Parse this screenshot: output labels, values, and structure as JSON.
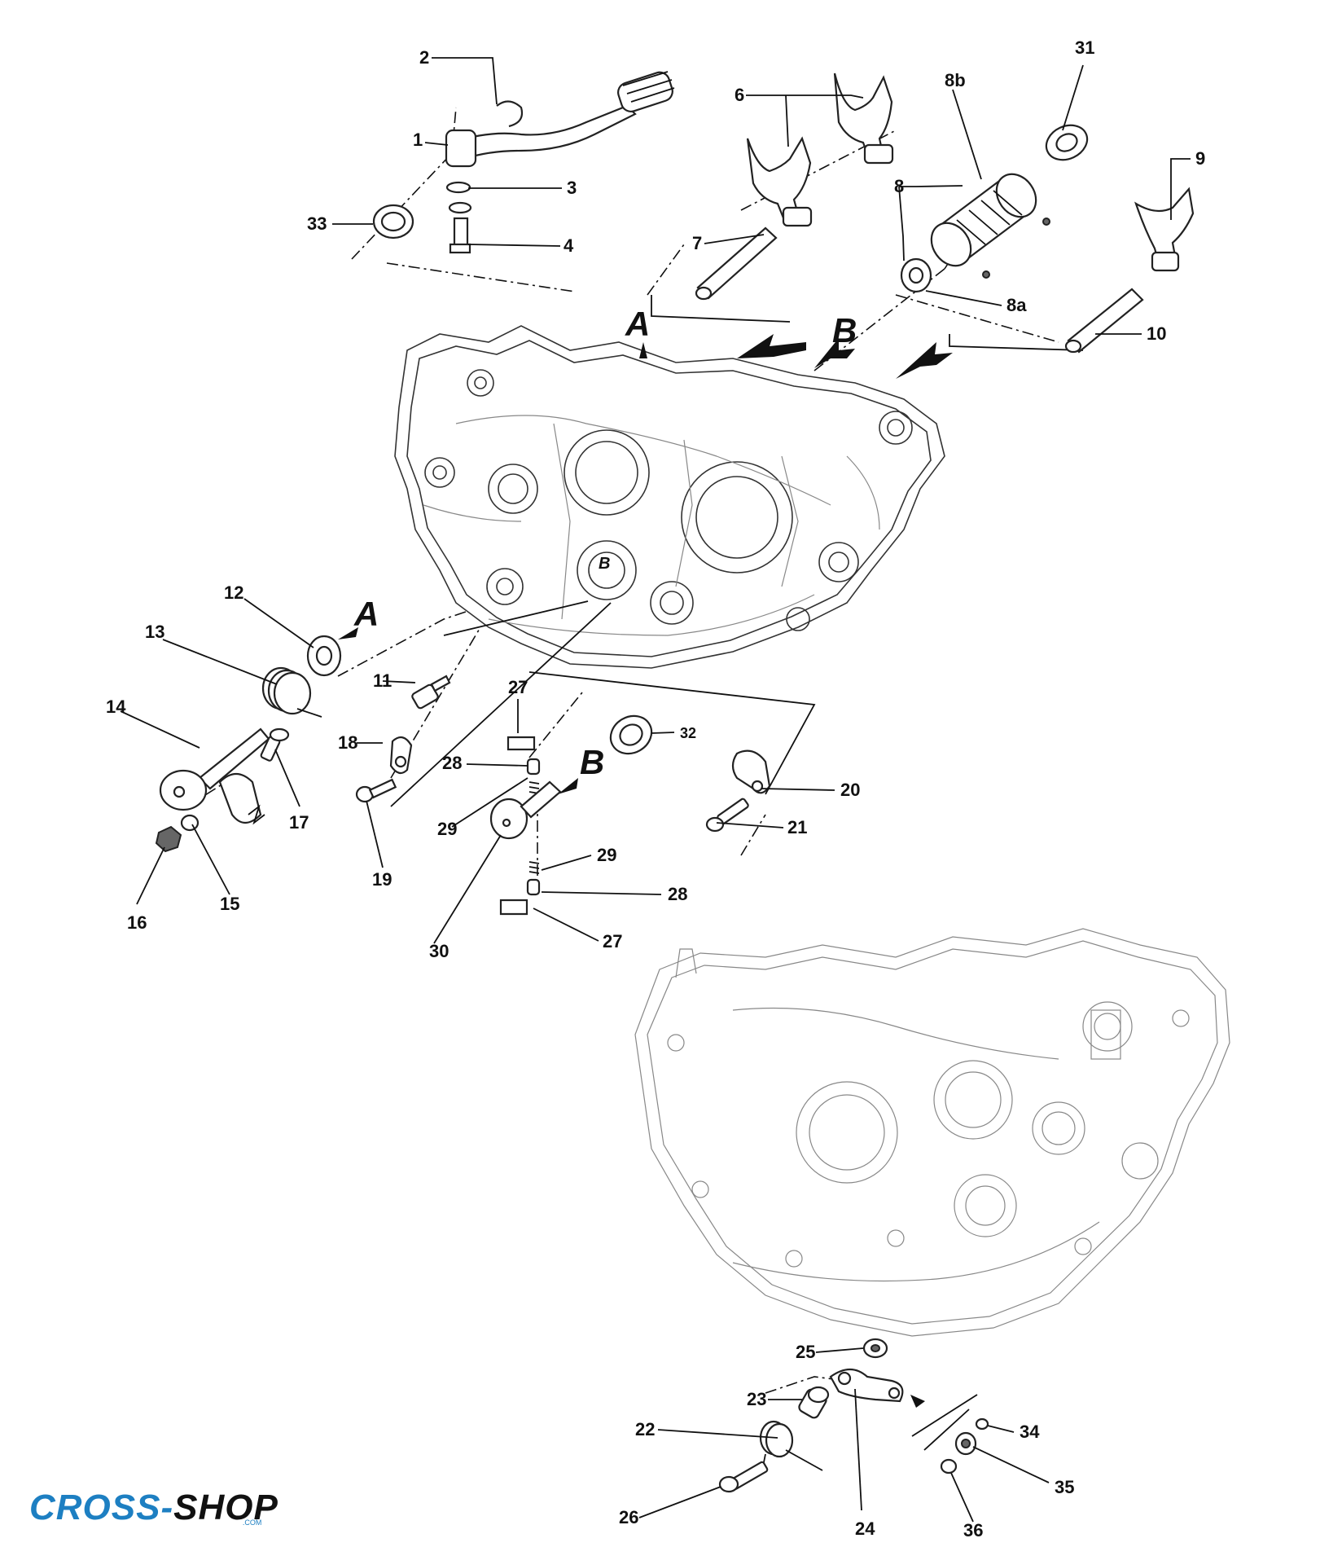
{
  "diagram": {
    "labels": [
      "1",
      "2",
      "3",
      "4",
      "6",
      "7",
      "8",
      "8a",
      "8b",
      "9",
      "10",
      "11",
      "12",
      "13",
      "14",
      "15",
      "16",
      "17",
      "18",
      "19",
      "20",
      "21",
      "22",
      "23",
      "24",
      "25",
      "26",
      "27",
      "28",
      "29",
      "30",
      "31",
      "32",
      "33",
      "34",
      "35",
      "36"
    ],
    "callout_arrows": [
      "A",
      "B"
    ]
  },
  "brand": {
    "name_part1": "CROSS-",
    "name_part2": "SHOP",
    "domain": ".COM",
    "colors": {
      "primary": "#1d7fc2",
      "secondary": "#111111"
    }
  }
}
